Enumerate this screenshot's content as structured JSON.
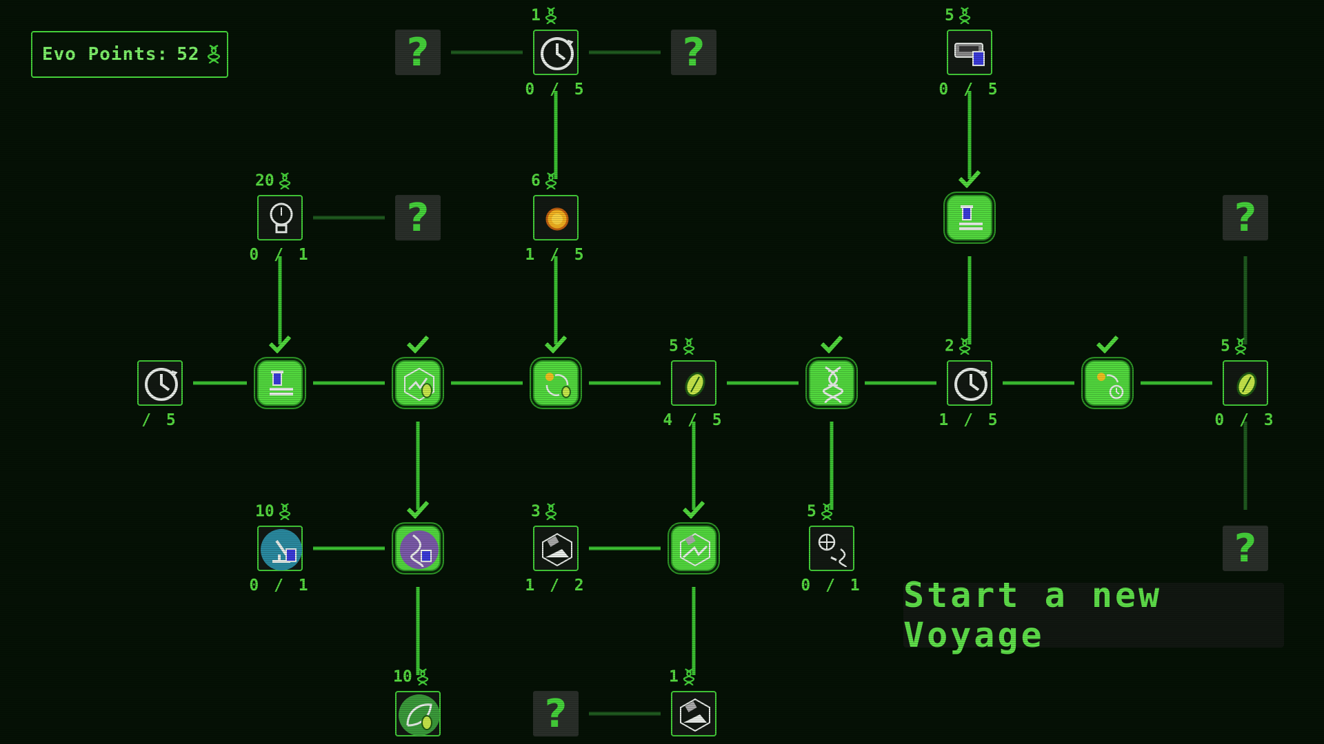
{
  "evo": {
    "label": "Evo Points:",
    "value": "52",
    "icon": "dna-icon"
  },
  "voyage_label": "Start a new Voyage",
  "colors": {
    "accent": "#52d83e",
    "bg": "#051105",
    "locked": "#2a2f2a"
  },
  "nodes": [
    {
      "id": "n0",
      "col": 0.13,
      "row": 2,
      "state": "avail",
      "icon": "clock-icon",
      "cost": "",
      "progress": "/ 5"
    },
    {
      "id": "n1",
      "col": 1,
      "row": 2,
      "state": "done",
      "icon": "flask-stack-icon"
    },
    {
      "id": "n2",
      "col": 2,
      "row": 2,
      "state": "done",
      "icon": "crab-leaf-icon"
    },
    {
      "id": "n3",
      "col": 3,
      "row": 2,
      "state": "done",
      "icon": "sun-cycle-icon"
    },
    {
      "id": "n4",
      "col": 4,
      "row": 2,
      "state": "avail",
      "icon": "seed-icon",
      "cost": "5",
      "progress": "4 / 5"
    },
    {
      "id": "n5",
      "col": 5,
      "row": 2,
      "state": "done",
      "icon": "dna-helix-icon"
    },
    {
      "id": "n6",
      "col": 6,
      "row": 2,
      "state": "avail",
      "icon": "clock-icon",
      "cost": "2",
      "progress": "1 / 5"
    },
    {
      "id": "n7",
      "col": 7,
      "row": 2,
      "state": "done",
      "icon": "sun-clock-icon"
    },
    {
      "id": "n8",
      "col": 8,
      "row": 2,
      "state": "avail",
      "icon": "seed-icon",
      "cost": "5",
      "progress": "0 / 3"
    },
    {
      "id": "n9",
      "col": 2,
      "row": 0,
      "state": "locked",
      "icon": "question-icon"
    },
    {
      "id": "n10",
      "col": 3,
      "row": 0,
      "state": "avail",
      "icon": "clock-icon",
      "cost": "1",
      "progress": "0 / 5"
    },
    {
      "id": "n11",
      "col": 4,
      "row": 0,
      "state": "locked",
      "icon": "question-icon"
    },
    {
      "id": "n12",
      "col": 6,
      "row": 0,
      "state": "avail",
      "icon": "machine-flask-icon",
      "cost": "5",
      "progress": "0 / 5"
    },
    {
      "id": "n13",
      "col": 1,
      "row": 1,
      "state": "avail",
      "icon": "lightbulb-icon",
      "cost": "20",
      "progress": "0 / 1"
    },
    {
      "id": "n14",
      "col": 2,
      "row": 1,
      "state": "locked",
      "icon": "question-icon"
    },
    {
      "id": "n15",
      "col": 3,
      "row": 1,
      "state": "avail",
      "icon": "coin-icon",
      "cost": "6",
      "progress": "1 / 5"
    },
    {
      "id": "n16",
      "col": 6,
      "row": 1,
      "state": "done",
      "icon": "flask-stack-icon"
    },
    {
      "id": "n17",
      "col": 8,
      "row": 1,
      "state": "locked",
      "icon": "question-icon"
    },
    {
      "id": "n18",
      "col": 1,
      "row": 3,
      "state": "avail",
      "icon": "microscope-icon",
      "cost": "10",
      "progress": "0 / 1"
    },
    {
      "id": "n19",
      "col": 2,
      "row": 3,
      "state": "done",
      "icon": "dna-flask-icon"
    },
    {
      "id": "n20",
      "col": 3,
      "row": 3,
      "state": "avail",
      "icon": "satellite-icon",
      "cost": "3",
      "progress": "1 / 2"
    },
    {
      "id": "n21",
      "col": 4,
      "row": 3,
      "state": "done",
      "icon": "satellite-leaf-icon"
    },
    {
      "id": "n22",
      "col": 5,
      "row": 3,
      "state": "avail",
      "icon": "globe-dna-icon",
      "cost": "5",
      "progress": "0 / 1"
    },
    {
      "id": "n23",
      "col": 8,
      "row": 3,
      "state": "locked",
      "icon": "question-icon"
    },
    {
      "id": "n24",
      "col": 2,
      "row": 4,
      "state": "avail",
      "icon": "leaf-seed-icon",
      "cost": "10",
      "progress": ""
    },
    {
      "id": "n25",
      "col": 3,
      "row": 4,
      "state": "locked",
      "icon": "question-icon"
    },
    {
      "id": "n26",
      "col": 4,
      "row": 4,
      "state": "avail",
      "icon": "satellite-icon",
      "cost": "1",
      "progress": ""
    }
  ],
  "links": [
    [
      "n0",
      "n1"
    ],
    [
      "n1",
      "n2"
    ],
    [
      "n2",
      "n3"
    ],
    [
      "n3",
      "n4"
    ],
    [
      "n4",
      "n5"
    ],
    [
      "n5",
      "n6"
    ],
    [
      "n6",
      "n7"
    ],
    [
      "n7",
      "n8"
    ],
    [
      "n9",
      "n10"
    ],
    [
      "n10",
      "n11"
    ],
    [
      "n10",
      "n15"
    ],
    [
      "n13",
      "n14"
    ],
    [
      "n13",
      "n1"
    ],
    [
      "n15",
      "n3"
    ],
    [
      "n12",
      "n16"
    ],
    [
      "n16",
      "n6"
    ],
    [
      "n17",
      "n8"
    ],
    [
      "n8",
      "n23"
    ],
    [
      "n2",
      "n19"
    ],
    [
      "n18",
      "n19"
    ],
    [
      "n19",
      "n24"
    ],
    [
      "n4",
      "n21"
    ],
    [
      "n20",
      "n21"
    ],
    [
      "n5",
      "n22"
    ],
    [
      "n21",
      "n26"
    ],
    [
      "n25",
      "n26"
    ]
  ]
}
